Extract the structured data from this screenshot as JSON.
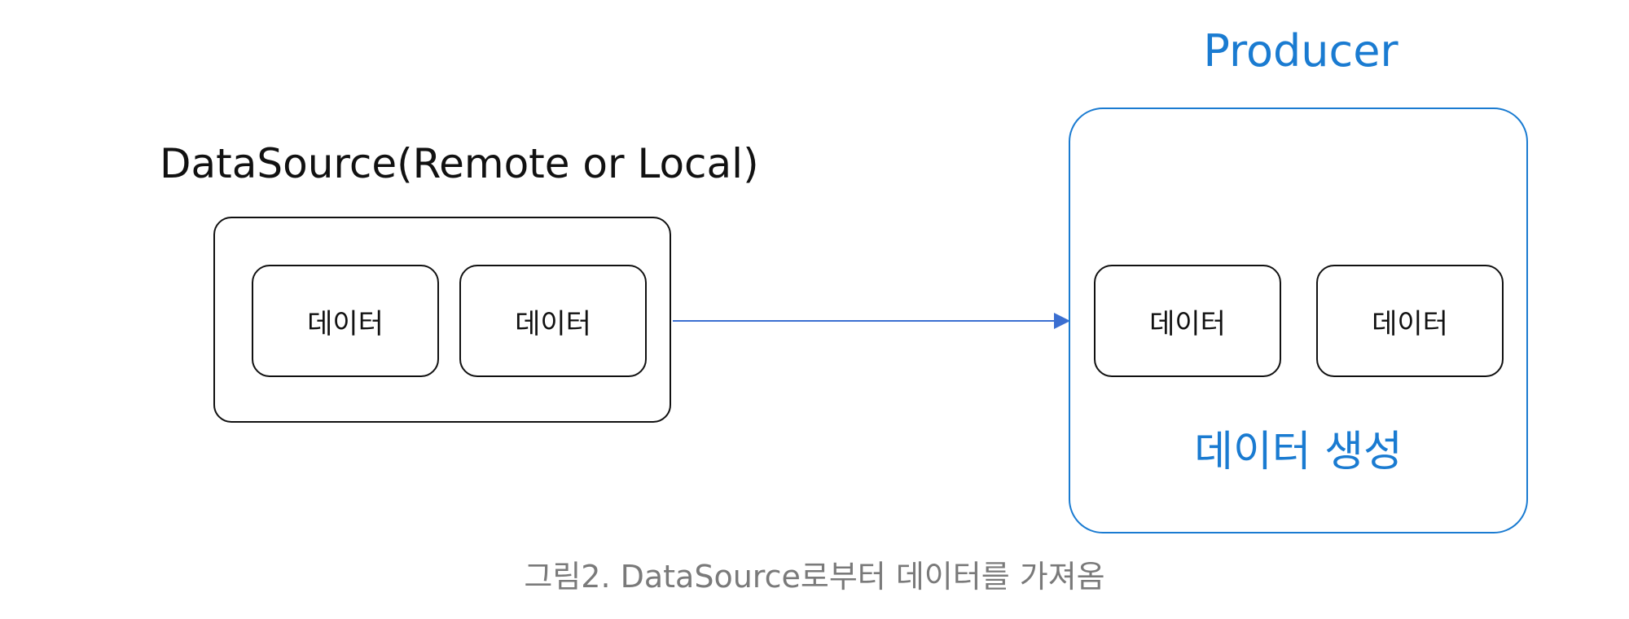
{
  "colors": {
    "background": "#ffffff",
    "dark": "#111111",
    "accent": "#1a7bd1",
    "arrow": "#3b6fd1",
    "muted": "#7a7a7a"
  },
  "diagram": {
    "source": {
      "title": "DataSource(Remote or Local)",
      "items": [
        {
          "label": "데이터"
        },
        {
          "label": "데이터"
        }
      ]
    },
    "producer": {
      "title": "Producer",
      "items": [
        {
          "label": "데이터"
        },
        {
          "label": "데이터"
        }
      ],
      "action_label": "데이터 생성"
    },
    "edge": {
      "from": "source",
      "to": "producer"
    },
    "caption": "그림2. DataSource로부터 데이터를 가져옴"
  }
}
